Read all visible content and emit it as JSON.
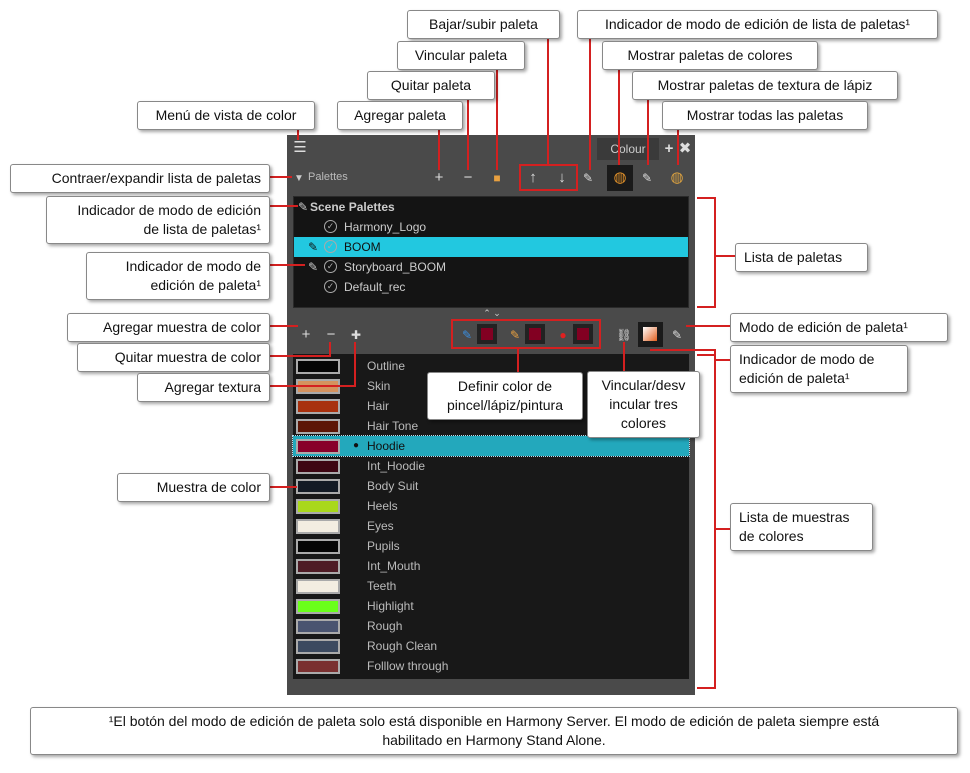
{
  "panel": {
    "tab": "Colour",
    "palettes_label": "Palettes",
    "palette_list": [
      {
        "name": "Scene Palettes",
        "header": true
      },
      {
        "name": "Harmony_Logo"
      },
      {
        "name": "BOOM",
        "selected": true
      },
      {
        "name": "Storyboard_BOOM"
      },
      {
        "name": "Default_rec"
      }
    ],
    "swatches": [
      {
        "name": "Outline",
        "color": "#050505"
      },
      {
        "name": "Skin",
        "color": "#d4925e"
      },
      {
        "name": "Hair",
        "color": "#a8310e"
      },
      {
        "name": "Hair Tone",
        "color": "#5c1606"
      },
      {
        "name": "Hoodie",
        "color": "#88002a",
        "selected": true
      },
      {
        "name": "Int_Hoodie",
        "color": "#3e0612"
      },
      {
        "name": "Body Suit",
        "color": "#131a24"
      },
      {
        "name": "Heels",
        "color": "#a9d81b"
      },
      {
        "name": "Eyes",
        "color": "#f3ede1"
      },
      {
        "name": "Pupils",
        "color": "#050505"
      },
      {
        "name": "Int_Mouth",
        "color": "#4e1b25"
      },
      {
        "name": "Teeth",
        "color": "#f3ede1"
      },
      {
        "name": "Highlight",
        "color": "#6aff1a"
      },
      {
        "name": "Rough",
        "color": "#4a5470"
      },
      {
        "name": "Rough Clean",
        "color": "#3c4a60"
      },
      {
        "name": "Folllow through",
        "color": "#7a3030"
      }
    ]
  },
  "callouts": {
    "bajar_subir": "Bajar/subir paleta",
    "ind_lista_top": "Indicador de modo de edición de lista de paletas¹",
    "vincular": "Vincular paleta",
    "mostrar_colores": "Mostrar paletas de colores",
    "quitar": "Quitar paleta",
    "mostrar_textura": "Mostrar paletas de textura de lápiz",
    "menu_vista": "Menú de vista de color",
    "agregar": "Agregar paleta",
    "mostrar_todas": "Mostrar todas las paletas",
    "contraer": "Contraer/expandir lista de paletas",
    "ind_lista_left": "Indicador de modo de edición\nde lista de paletas¹",
    "ind_paleta_left": "Indicador de modo de\nedición de paleta¹",
    "lista_paletas": "Lista de paletas",
    "agregar_muestra": "Agregar muestra de color",
    "modo_edicion": "Modo de edición de paleta¹",
    "quitar_muestra": "Quitar muestra de color",
    "ind_paleta_right": "Indicador de modo de\nedición de paleta¹",
    "agregar_textura": "Agregar textura",
    "definir": "Definir color de\npincel/lápiz/pintura",
    "vincular_tres": "Vincular/desv\nincular tres\ncolores",
    "muestra": "Muestra de color",
    "lista_muestras": "Lista de muestras\nde colores",
    "footnote": "¹El botón del modo de edición de paleta solo está disponible en Harmony Server. El modo de edición de paleta siempre está\nhabilitado en Harmony Stand Alone."
  },
  "colors": {
    "accent": "#22c8e0",
    "callout_line": "#d42020"
  }
}
